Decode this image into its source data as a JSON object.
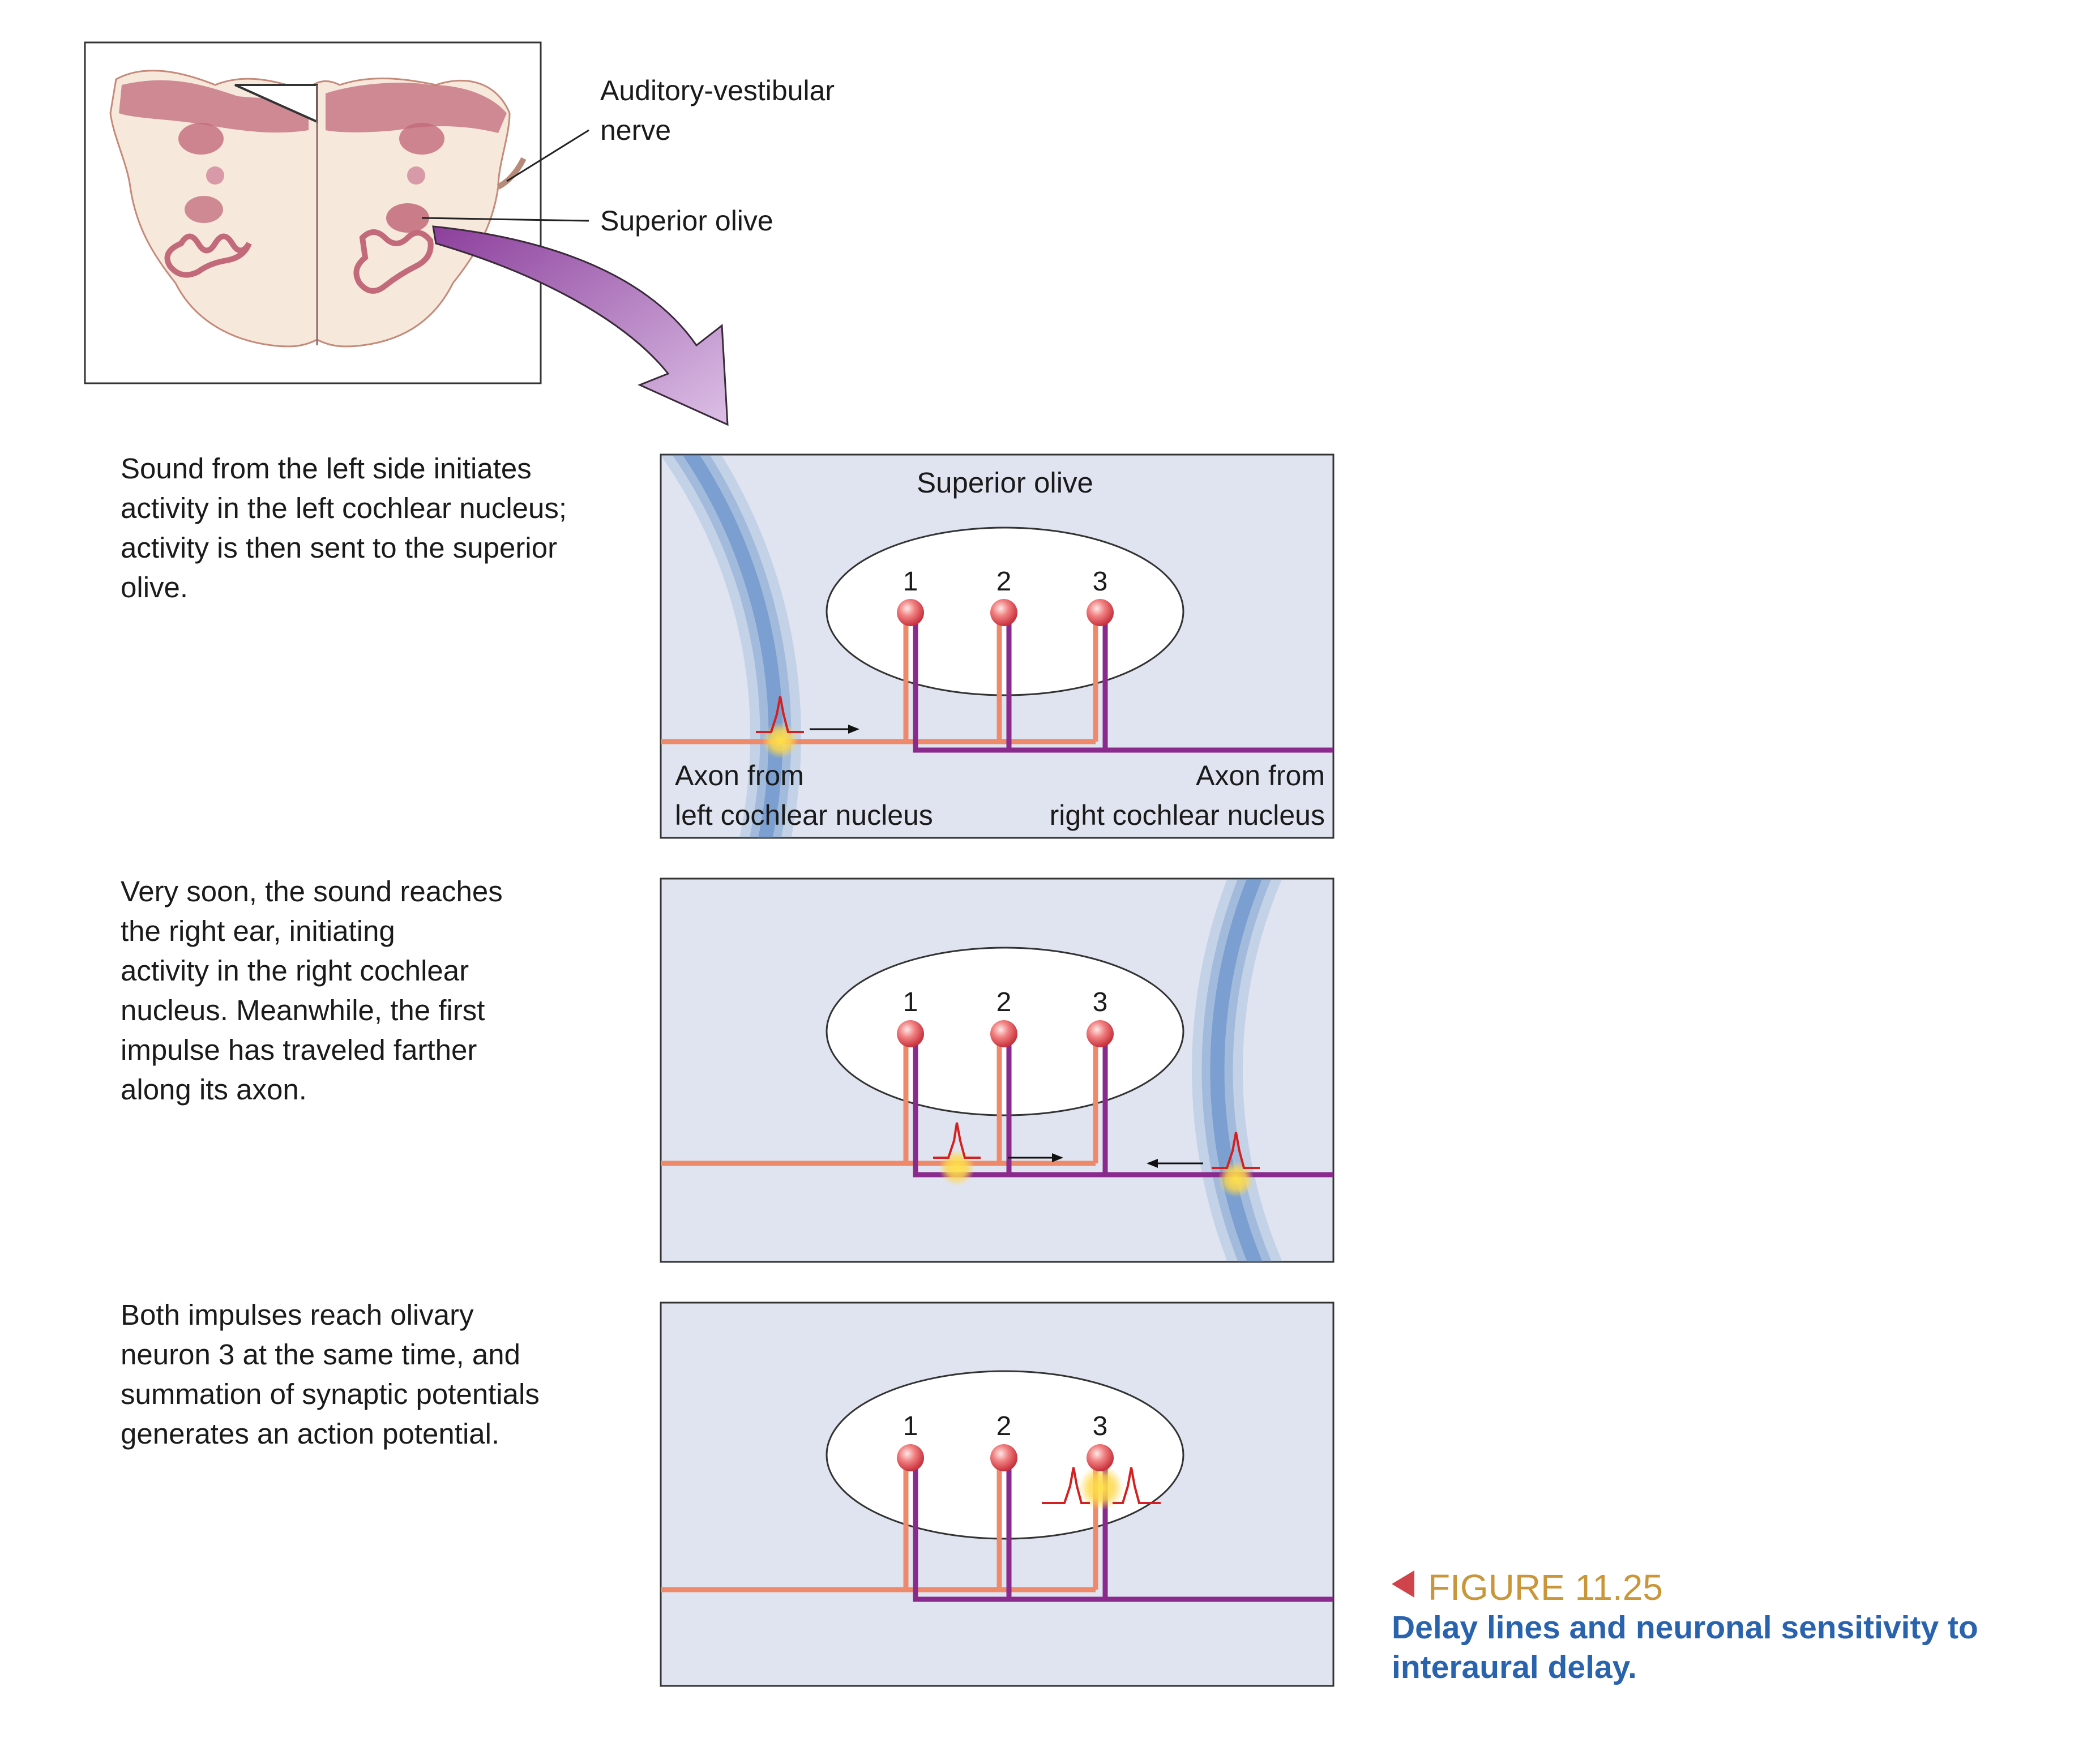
{
  "brainstem": {
    "labels": {
      "nerve": "Auditory-vestibular\nnerve",
      "olive": "Superior olive"
    }
  },
  "panels": [
    {
      "description": "Sound from the left side initiates\nactivity in the left cochlear nucleus;\nactivity is then sent to the superior\nolive.",
      "title": "Superior olive",
      "neurons": [
        "1",
        "2",
        "3"
      ],
      "left_axon_label": "Axon from\nleft cochlear nucleus",
      "right_axon_label": "Axon from\nright cochlear nucleus"
    },
    {
      "description": "Very soon, the sound reaches\nthe right ear, initiating\nactivity in the right cochlear\nnucleus. Meanwhile, the first\nimpulse has traveled farther\nalong its axon.",
      "neurons": [
        "1",
        "2",
        "3"
      ]
    },
    {
      "description": "Both impulses reach olivary\nneuron 3 at the same time, and\nsummation of synaptic potentials\ngenerates an action potential.",
      "neurons": [
        "1",
        "2",
        "3"
      ]
    }
  ],
  "figure": {
    "number": "FIGURE 11.25",
    "caption": "Delay lines and neuronal sensitivity to\ninteraural delay."
  },
  "colors": {
    "panel_bg": "#e0e4f1",
    "left_axon": "#ee8a6a",
    "right_axon": "#8a2a8c",
    "wave": "#4a7fc0",
    "neuron": "#e0505a",
    "spike": "#d42020",
    "glow": "#ffd84a",
    "big_arrow": "#b87ec4",
    "tissue_dark": "#c26a7a",
    "tissue_light": "#f7e8dc",
    "title_gold": "#c9973a",
    "caption_blue": "#2a63ad",
    "figure_marker": "#d0434a"
  }
}
